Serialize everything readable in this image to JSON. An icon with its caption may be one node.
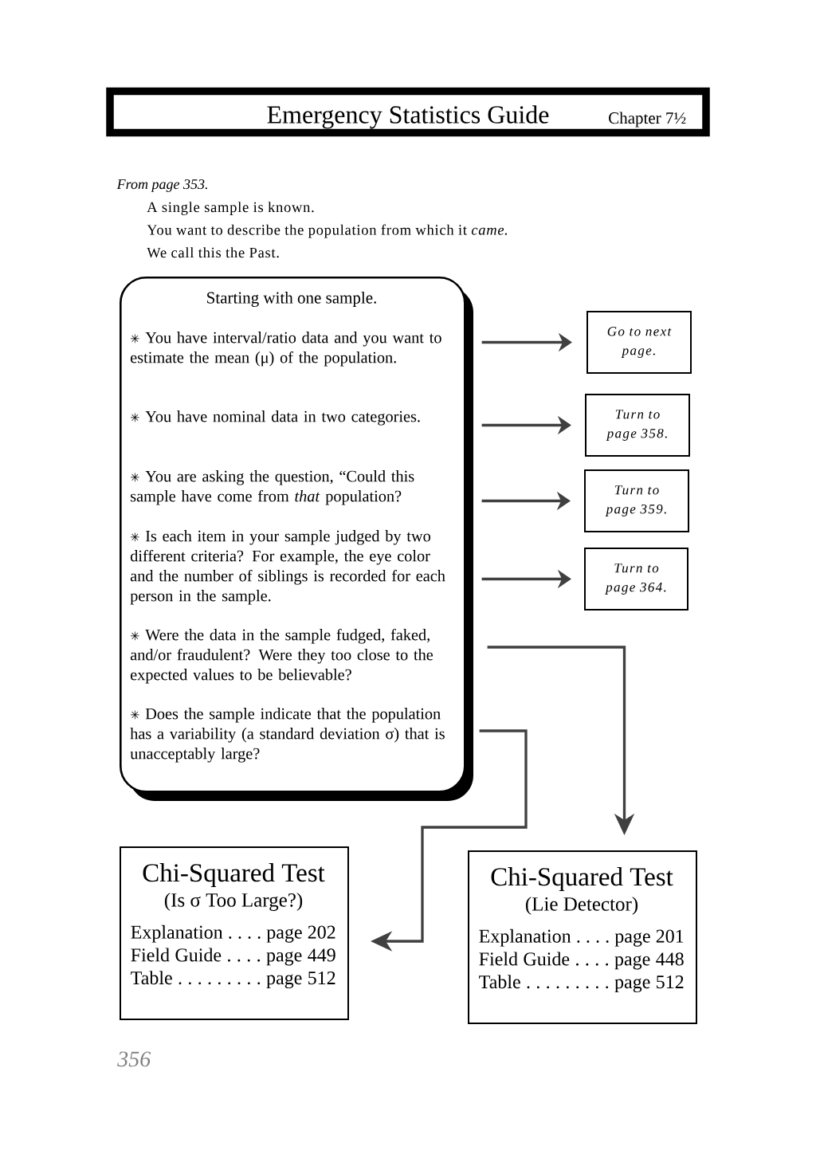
{
  "diagram": {
    "nodes": [
      {
        "text": [
          "Emergency Statistics Guide",
          "Chapter 7½"
        ]
      },
      {
        "text": [
          "Starting with one sample.",
          "✳ You have interval/ratio data and you want to estimate the mean (μ) of the population.",
          "✳ You have nominal data in two categories.",
          "✳ You are asking the question, “Could this sample have come from *that* population?",
          "✳ Is each item in your sample judged by two different criteria? For example, the eye color and the number of siblings is recorded for each person in the sample.",
          "✳ Were the data in the sample fudged, faked, and/or fraudulent? Were they too close to the expected values to be believable?",
          "✳ Does the sample indicate that the population has a variability (a standard deviation σ) that is unacceptably large?"
        ]
      },
      {
        "text": [
          "Go to next page."
        ]
      },
      {
        "text": [
          "Turn to page 358."
        ]
      },
      {
        "text": [
          "Turn to page 359."
        ]
      },
      {
        "text": [
          "Turn to page 364."
        ]
      },
      {
        "text": [
          "Chi-Squared Test",
          "(Is σ Too Large?)",
          "Explanation . . . . page 202",
          "Field Guide . . . . page 449",
          "Table . . . . . . . . . page 512"
        ]
      },
      {
        "text": [
          "Chi-Squared Test",
          "(Lie Detector)",
          "Explanation . . . . page 201",
          "Field Guide . . . . page 448",
          "Table . . . . . . . . . page 512"
        ]
      }
    ],
    "edges": [
      {
        "from": 1,
        "to": 2,
        "arrow": "to"
      },
      {
        "from": 1,
        "to": 3,
        "arrow": "to"
      },
      {
        "from": 1,
        "to": 4,
        "arrow": "to"
      },
      {
        "from": 1,
        "to": 5,
        "arrow": "to"
      },
      {
        "from": 1,
        "to": 7,
        "arrow": "to"
      },
      {
        "from": 1,
        "to": 6,
        "arrow": "to"
      }
    ],
    "labels": [
      "From page 353.",
      "A single sample is known.",
      "You want to describe the population from which it *came*.",
      "We call this the Past.",
      "356"
    ]
  }
}
